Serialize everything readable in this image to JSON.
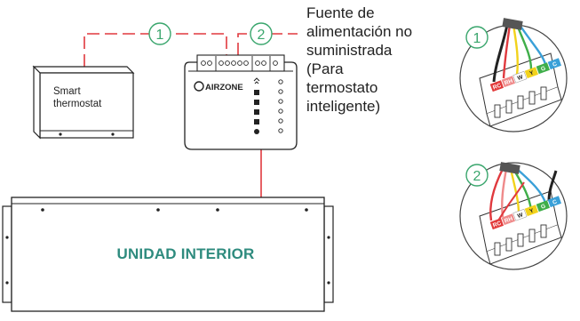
{
  "labels": {
    "smart_thermostat": "Smart\nthermostat",
    "power_supply": "Fuente de\nalimentación no\nsuministrada\n(Para\ntermostato\ninteligente)",
    "indoor_unit": "UNIDAD INTERIOR",
    "device_brand": "AIRZONE"
  },
  "markers": {
    "one": "1",
    "two": "2"
  },
  "terminals_1": [
    "RC",
    "RH",
    "W",
    "Y",
    "G",
    "C"
  ],
  "terminals_2": [
    "RC",
    "RH",
    "W",
    "Y",
    "G",
    "C"
  ],
  "colors": {
    "wire_red": "#e0393e",
    "marker_green": "#3aa66d",
    "accent_teal": "#2e8b7e",
    "outline": "#222222",
    "terminal_rc": "#e23b3b",
    "terminal_rh": "#ef8a8a",
    "terminal_w": "#ffffff",
    "terminal_y": "#f2d21b",
    "terminal_g": "#3fae49",
    "terminal_c": "#3aa0d8"
  }
}
